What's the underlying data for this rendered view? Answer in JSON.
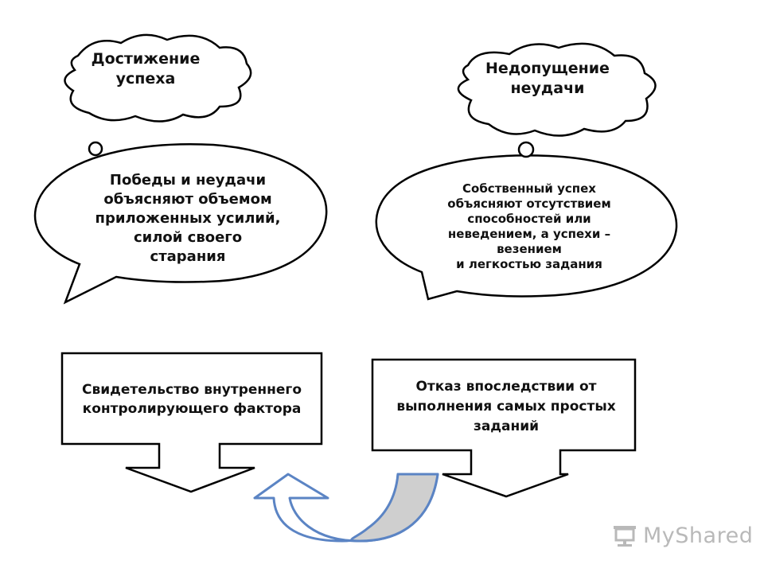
{
  "diagram": {
    "cloud_left": {
      "lines": [
        "Достижение",
        "успеха"
      ]
    },
    "cloud_right": {
      "lines": [
        "Недопущение",
        "неудачи"
      ]
    },
    "bubble_left": {
      "lines": [
        "Победы и неудачи",
        "объясняют объемом",
        "приложенных усилий,",
        "силой своего",
        "старания"
      ]
    },
    "bubble_right": {
      "lines": [
        "Собственный успех",
        "объясняют отсутствием",
        "способностей или",
        "неведением, а успехи –",
        "везением",
        "и легкостью задания"
      ]
    },
    "box_left": {
      "lines": [
        "Свидетельство внутреннего",
        "контролирующего фактора"
      ]
    },
    "box_right": {
      "lines": [
        "Отказ впоследствии от",
        "выполнения самых простых",
        "заданий"
      ]
    }
  },
  "watermark": {
    "text": "MyShared"
  },
  "colors": {
    "outline": "#000000",
    "curved_arrow_stroke": "#5b84c4",
    "curved_arrow_fill": "#cfcfcf",
    "watermark": "#b9b9b9"
  }
}
